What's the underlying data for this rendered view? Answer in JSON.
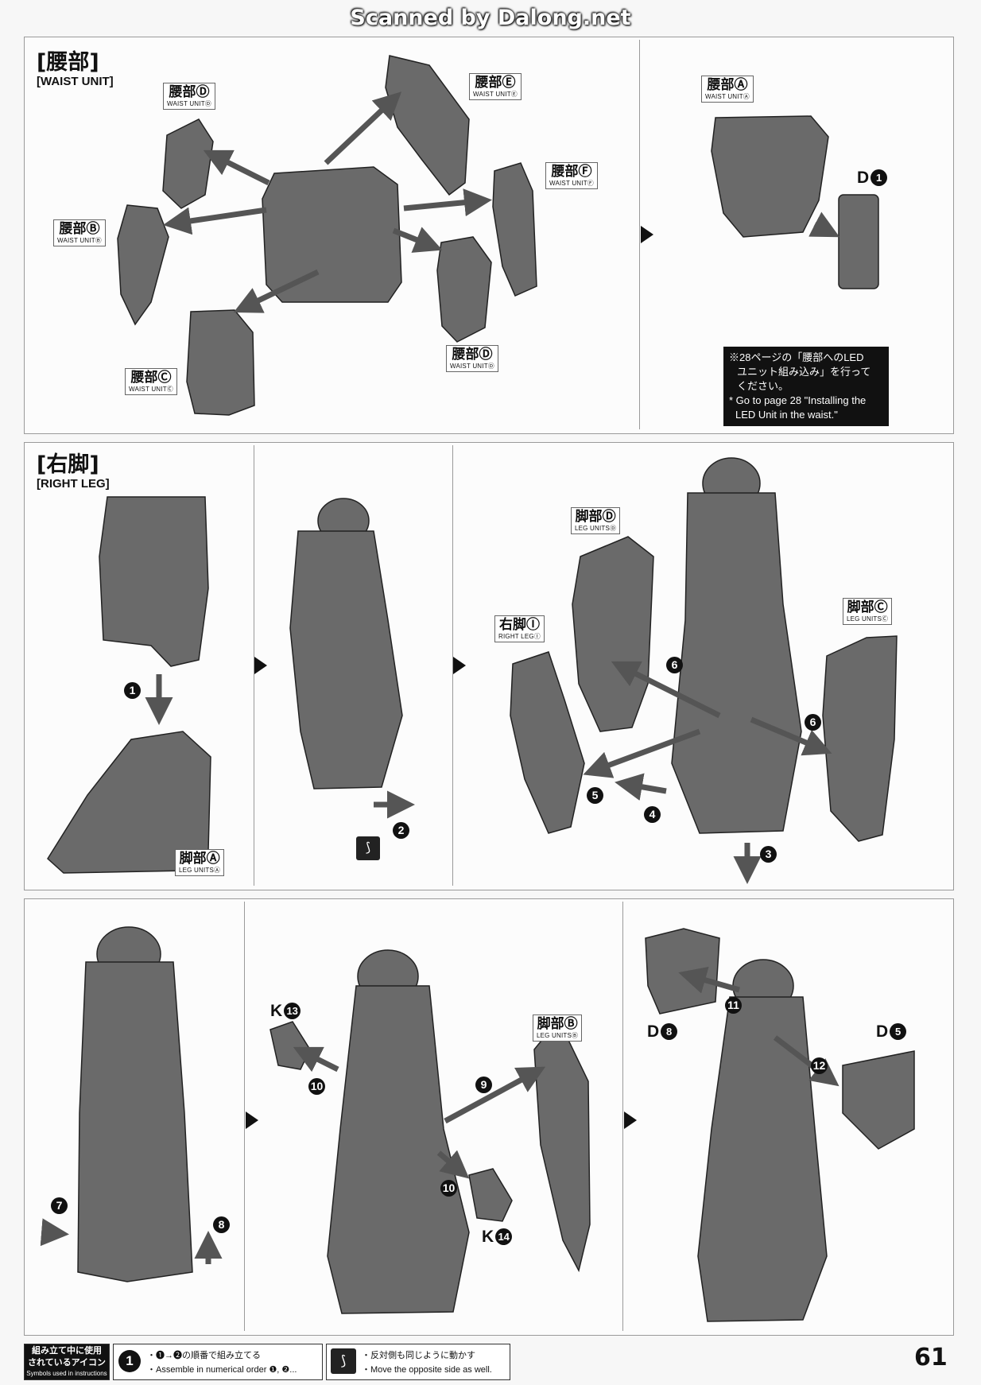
{
  "watermark": "Scanned by Dalong.net",
  "sections": {
    "waist": {
      "title_jp": "[腰部]",
      "title_en": "[WAIST UNIT]"
    },
    "right_leg": {
      "title_jp": "[右脚]",
      "title_en": "[RIGHT LEG]"
    }
  },
  "labels": {
    "waist_d1": {
      "jp": "腰部Ⓓ",
      "en": "WAIST UNITⒹ"
    },
    "waist_e": {
      "jp": "腰部Ⓔ",
      "en": "WAIST UNITⒺ"
    },
    "waist_f": {
      "jp": "腰部Ⓕ",
      "en": "WAIST UNITⒻ"
    },
    "waist_b": {
      "jp": "腰部Ⓑ",
      "en": "WAIST UNITⒷ"
    },
    "waist_c": {
      "jp": "腰部Ⓒ",
      "en": "WAIST UNITⒸ"
    },
    "waist_d2": {
      "jp": "腰部Ⓓ",
      "en": "WAIST UNITⒹ"
    },
    "waist_a": {
      "jp": "腰部Ⓐ",
      "en": "WAIST UNITⒶ"
    },
    "leg_a": {
      "jp": "脚部Ⓐ",
      "en": "LEG UNITSⒶ"
    },
    "leg_d": {
      "jp": "脚部Ⓓ",
      "en": "LEG UNITSⒹ"
    },
    "right_leg_i": {
      "jp": "右脚Ⓘ",
      "en": "RIGHT LEGⒾ"
    },
    "leg_c": {
      "jp": "脚部Ⓒ",
      "en": "LEG UNITSⒸ"
    },
    "leg_b": {
      "jp": "脚部Ⓑ",
      "en": "LEG UNITSⒷ"
    }
  },
  "part_refs": {
    "d1": {
      "letter": "D",
      "num": "1"
    },
    "k13": {
      "letter": "K",
      "num": "13"
    },
    "k14": {
      "letter": "K",
      "num": "14"
    },
    "d8": {
      "letter": "D",
      "num": "8"
    },
    "d5": {
      "letter": "D",
      "num": "5"
    }
  },
  "steps": [
    "1",
    "2",
    "3",
    "4",
    "5",
    "6",
    "6",
    "7",
    "8",
    "9",
    "10",
    "10",
    "11",
    "12"
  ],
  "note": {
    "jp_line1": "※28ページの「腰部へのLED",
    "jp_line2": "ユニット組み込み」を行って",
    "jp_line3": "ください。",
    "en_line1": "* Go to page 28 \"Installing the",
    "en_line2": "LED Unit in the waist.\""
  },
  "footer": {
    "legend_title_jp1": "組み立て中に使用",
    "legend_title_jp2": "されているアイコン",
    "legend_title_en": "Symbols used in instructions",
    "icon1_number": "1",
    "icon1_jp": "・❶→❷の順番で組み立てる",
    "icon1_en": "・Assemble in numerical order ❶, ❷...",
    "icon2_jp": "・反対側も同じように動かす",
    "icon2_en": "・Move the opposite side as well."
  },
  "page_number": "61",
  "colors": {
    "part_fill": "#666666",
    "part_dark": "#2a2a2a",
    "panel_line": "#9a9a9a"
  }
}
